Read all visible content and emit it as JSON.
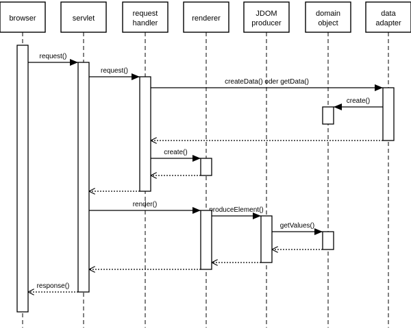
{
  "participants": [
    {
      "id": "browser",
      "label": [
        "browser"
      ]
    },
    {
      "id": "servlet",
      "label": [
        "servlet"
      ]
    },
    {
      "id": "request-handler",
      "label": [
        "request",
        "handler"
      ]
    },
    {
      "id": "renderer",
      "label": [
        "renderer"
      ]
    },
    {
      "id": "jdom-producer",
      "label": [
        "JDOM",
        "producer"
      ]
    },
    {
      "id": "domain-object",
      "label": [
        "domain",
        "object"
      ]
    },
    {
      "id": "data-adapter",
      "label": [
        "data",
        "adapter"
      ]
    }
  ],
  "messages": [
    {
      "id": "m1",
      "from": "browser",
      "to": "servlet",
      "kind": "call",
      "label": "request()"
    },
    {
      "id": "m2",
      "from": "servlet",
      "to": "request-handler",
      "kind": "call",
      "label": "request()"
    },
    {
      "id": "m3",
      "from": "request-handler",
      "to": "data-adapter",
      "kind": "call",
      "label": "createData() oder getData()"
    },
    {
      "id": "m4",
      "from": "data-adapter",
      "to": "domain-object",
      "kind": "call",
      "label": "create()"
    },
    {
      "id": "m5",
      "from": "data-adapter",
      "to": "request-handler",
      "kind": "return",
      "label": ""
    },
    {
      "id": "m6",
      "from": "request-handler",
      "to": "renderer",
      "kind": "call",
      "label": "create()"
    },
    {
      "id": "m7",
      "from": "renderer",
      "to": "request-handler",
      "kind": "return",
      "label": ""
    },
    {
      "id": "m8",
      "from": "request-handler",
      "to": "servlet",
      "kind": "return",
      "label": ""
    },
    {
      "id": "m9",
      "from": "servlet",
      "to": "renderer",
      "kind": "call",
      "label": "render()"
    },
    {
      "id": "m10",
      "from": "renderer",
      "to": "jdom-producer",
      "kind": "call",
      "label": "produceElement()"
    },
    {
      "id": "m11",
      "from": "jdom-producer",
      "to": "domain-object",
      "kind": "call",
      "label": "getValues()"
    },
    {
      "id": "m12",
      "from": "domain-object",
      "to": "jdom-producer",
      "kind": "return",
      "label": ""
    },
    {
      "id": "m13",
      "from": "jdom-producer",
      "to": "renderer",
      "kind": "return",
      "label": ""
    },
    {
      "id": "m14",
      "from": "renderer",
      "to": "servlet",
      "kind": "return",
      "label": ""
    },
    {
      "id": "m15",
      "from": "servlet",
      "to": "browser",
      "kind": "return",
      "label": "response()"
    }
  ]
}
